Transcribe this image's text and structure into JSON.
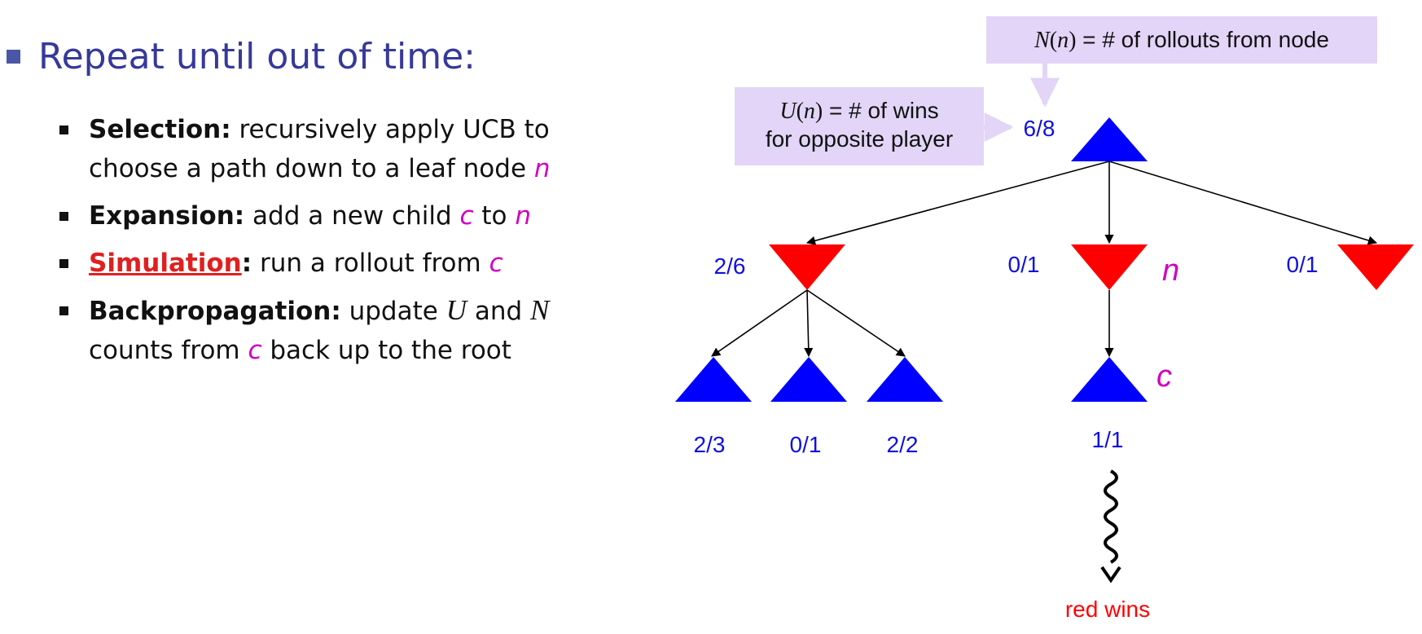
{
  "heading": "Repeat until out of time:",
  "steps": [
    {
      "label": "Selection:",
      "text_1": " recursively apply UCB to choose a path down to a leaf node ",
      "var_1": "n",
      "text_2": ""
    },
    {
      "label": "Expansion:",
      "text_1": " add a new child ",
      "var_1": "c",
      "text_2": " to ",
      "var_2": "n"
    },
    {
      "label": "Simulation",
      "label_suffix": ":",
      "text_1": " run a rollout from ",
      "var_1": "c"
    },
    {
      "label": "Backpropagation:",
      "text_1": " update ",
      "math_1": "U",
      "text_2": " and ",
      "math_2": "N",
      "text_3": " counts from ",
      "var_1": "c",
      "text_4": " back up to the root"
    }
  ],
  "callouts": {
    "n_rollouts": {
      "sym": "N",
      "arg": "n",
      "text": " = # of rollouts from node"
    },
    "u_wins": {
      "sym": "U",
      "arg": "n",
      "line1_text": " = # of wins",
      "line2": "for opposite player"
    }
  },
  "tree": {
    "root": {
      "label": "6/8",
      "color": "#0000ff"
    },
    "children": [
      {
        "label": "2/6",
        "color": "#ff0000"
      },
      {
        "label": "0/1",
        "color": "#ff0000",
        "tag": "n"
      },
      {
        "label": "0/1",
        "color": "#ff0000"
      }
    ],
    "grandchildren": [
      {
        "label": "2/3",
        "color": "#0000ff"
      },
      {
        "label": "0/1",
        "color": "#0000ff"
      },
      {
        "label": "2/2",
        "color": "#0000ff"
      },
      {
        "label": "1/1",
        "color": "#0000ff",
        "tag": "c"
      }
    ],
    "outcome": "red wins"
  },
  "colors": {
    "blue_node": "#0000ff",
    "red_node": "#ff0000",
    "label_blue": "#1010e0",
    "callout_bg": "#e2d5f7",
    "var_magenta": "#d000c0",
    "heading": "#36399a"
  }
}
